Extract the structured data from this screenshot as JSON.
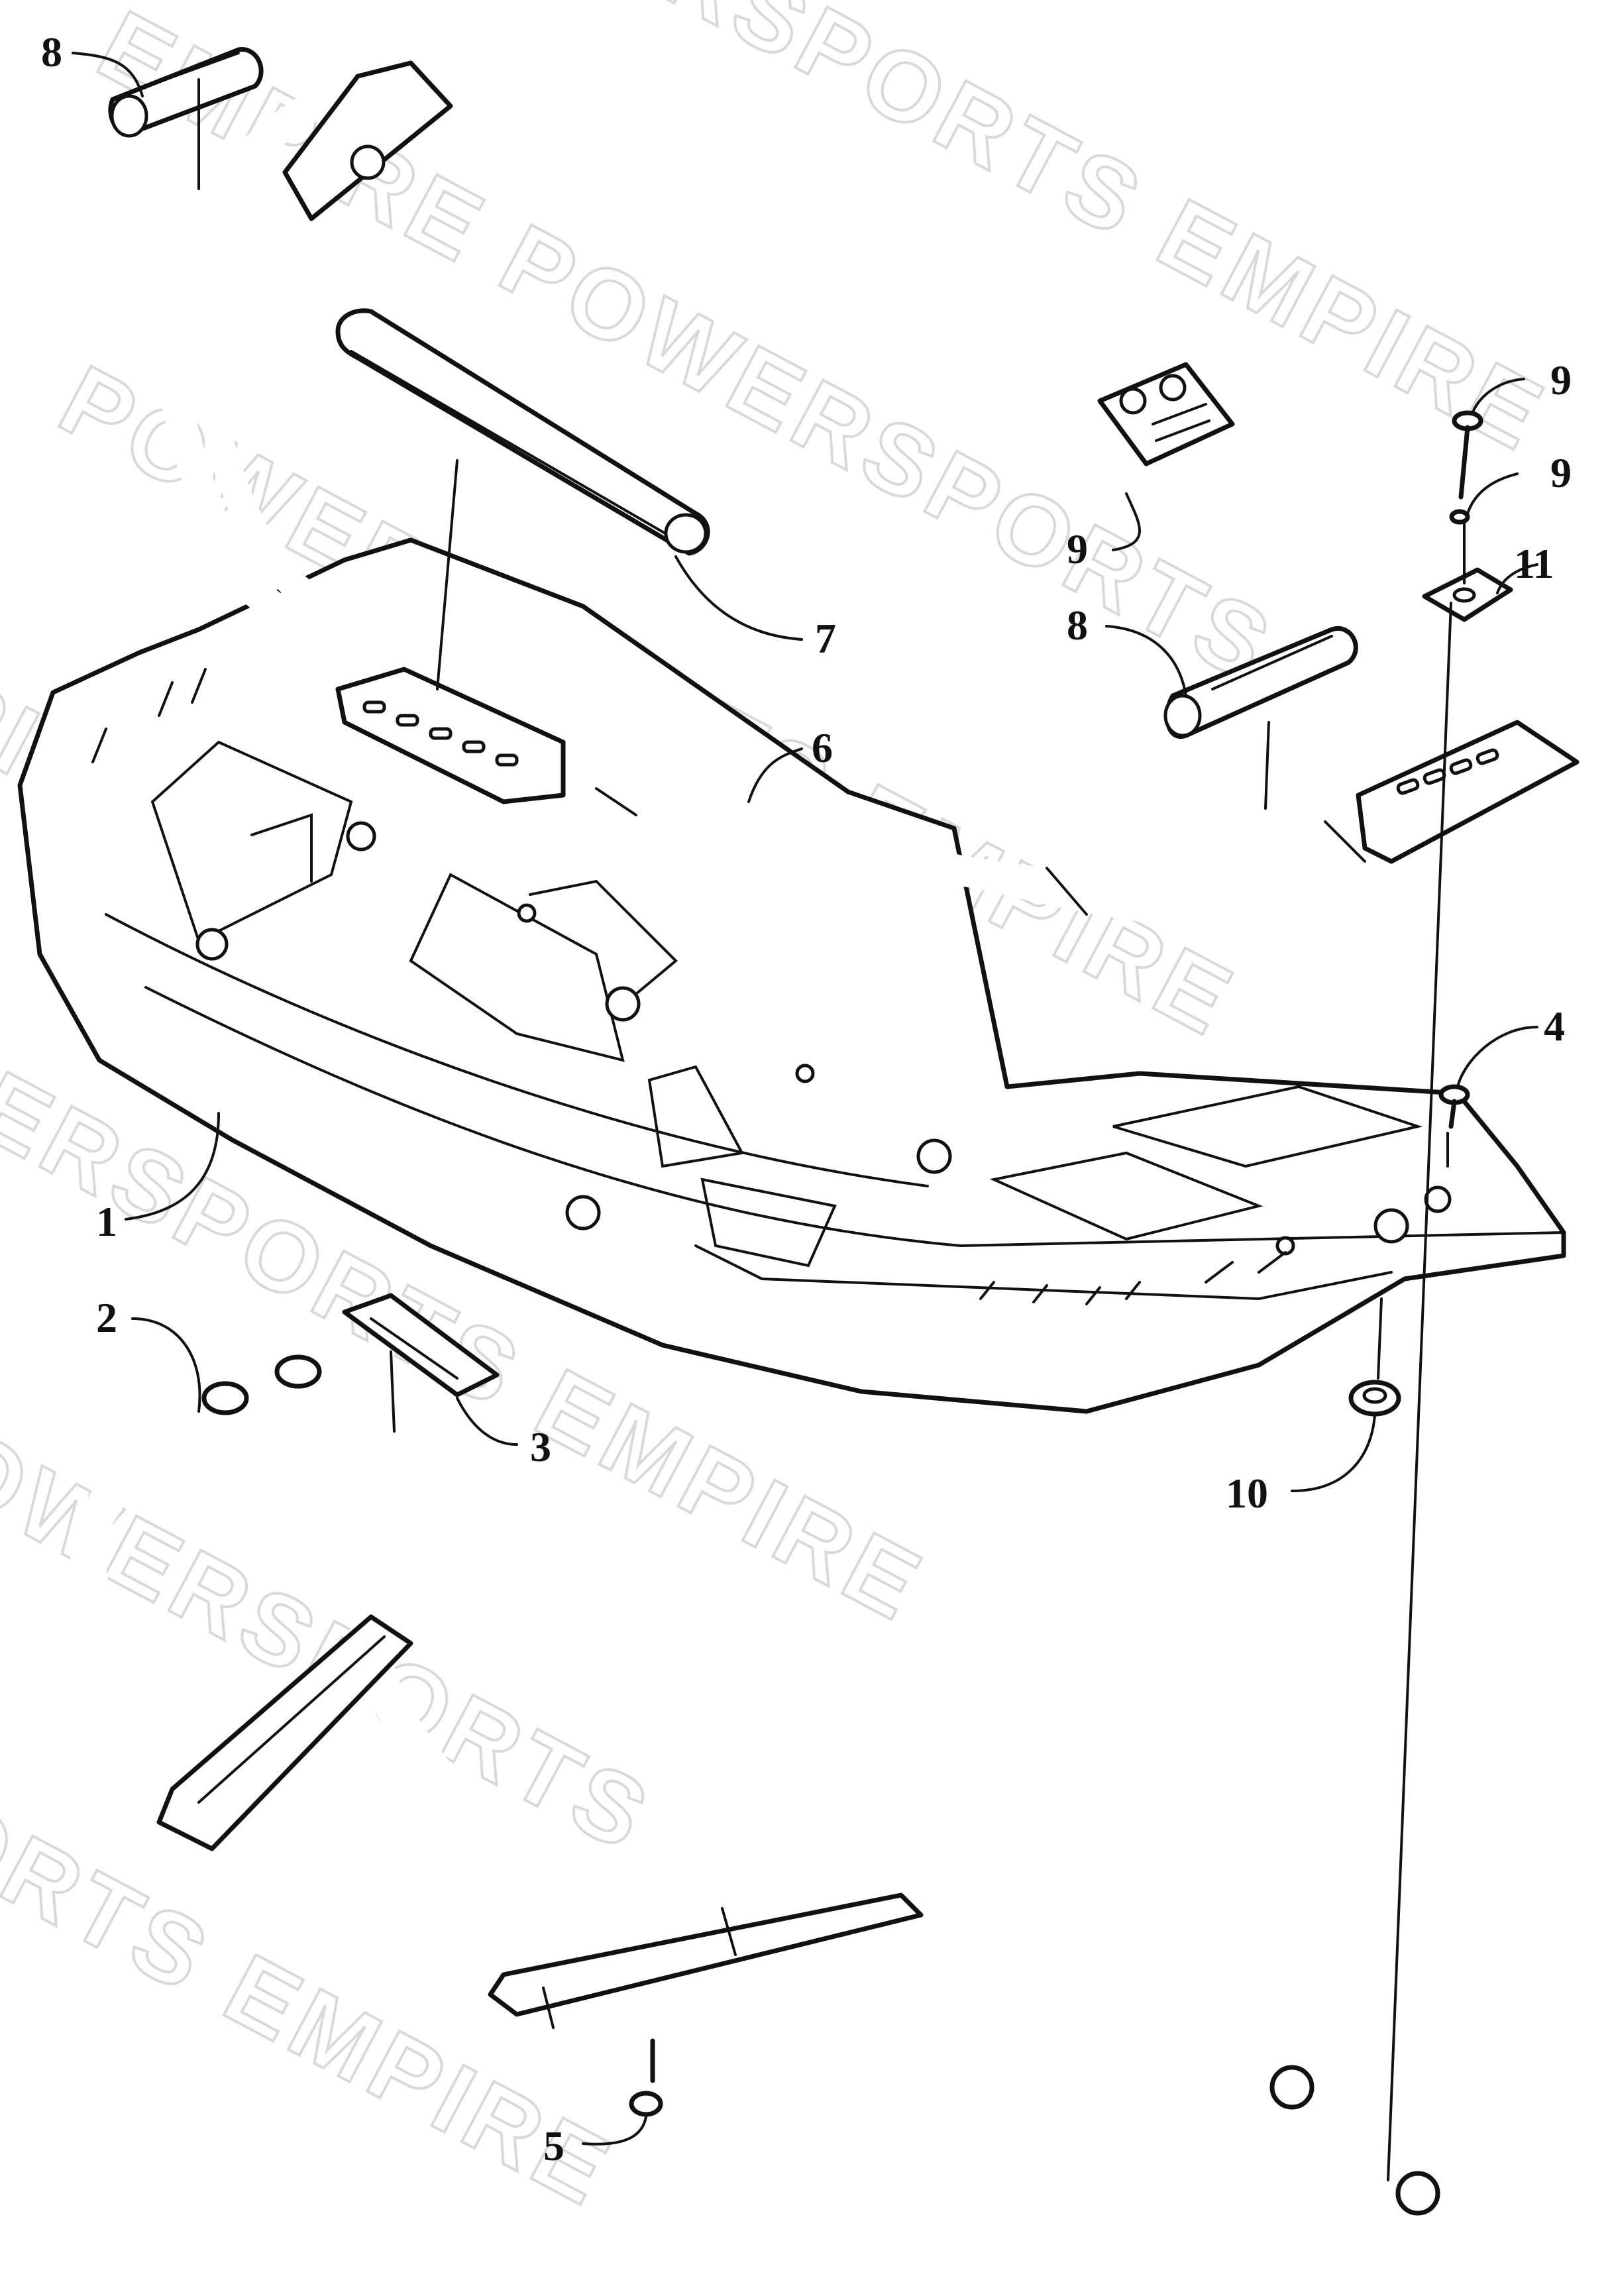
{
  "watermark": {
    "lines": [
      "POWERSPORTS EMPIRE",
      "EMPIRE POWERSPORTS",
      "POWERSPORTS EMPIRE",
      "EMPIRE POWERSPORTS",
      "POWERSPORTS EMPIRE",
      "EMPIRE POWERSPORTS",
      "POWERSPORTS EMPIRE"
    ]
  },
  "callouts": {
    "c8a": "8",
    "c7": "7",
    "c9a": "9",
    "c9b": "9",
    "c9c": "9",
    "c11": "11",
    "c8b": "8",
    "c6": "6",
    "c4": "4",
    "c1": "1",
    "c2": "2",
    "c3": "3",
    "c10": "10",
    "c5": "5"
  },
  "colors": {
    "line": "#111111",
    "watermark": "#d9d9d9",
    "background": "#ffffff"
  }
}
